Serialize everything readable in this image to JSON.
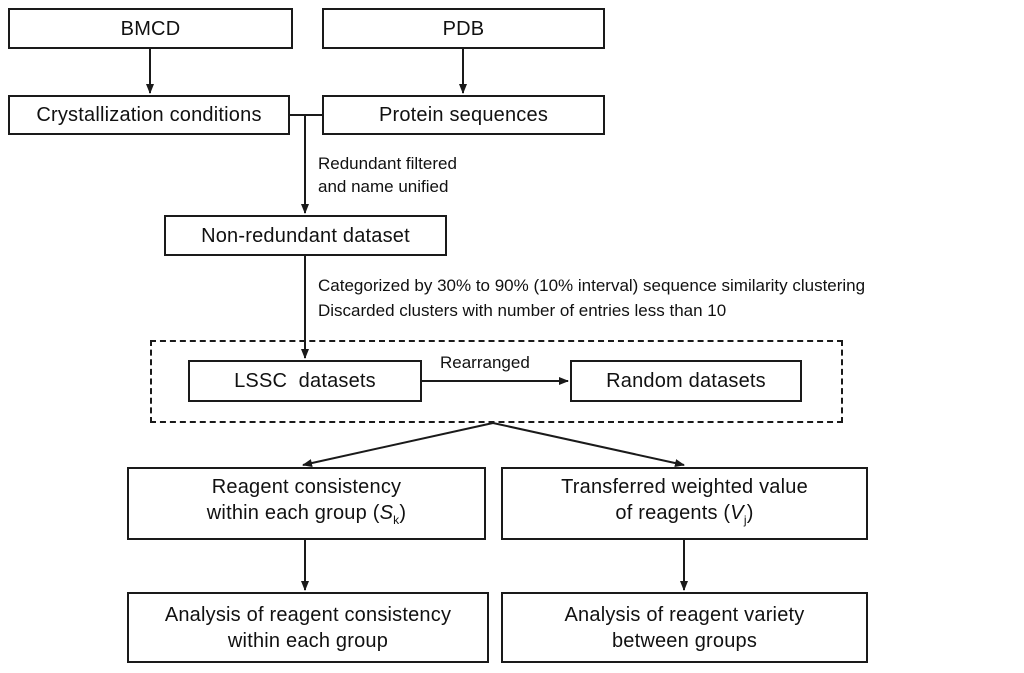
{
  "nodes": {
    "bmcd": "BMCD",
    "pdb": "PDB",
    "cryst": "Crystallization conditions",
    "protein": "Protein sequences",
    "nonred": "Non-redundant dataset",
    "lssc": "LSSC  datasets",
    "random": "Random datasets",
    "rc_line1": "Reagent consistency",
    "rc_line2_prefix": "within each group (",
    "rc_var": "S",
    "rc_sub": "k",
    "rc_suffix": ")",
    "tw_line1": "Transferred weighted value",
    "tw_line2_prefix": "of reagents (",
    "tw_var": "V",
    "tw_sub": "j",
    "tw_suffix": ")",
    "an1_line1": "Analysis of reagent consistency",
    "an1_line2": "within each group",
    "an2_line1": "Analysis of reagent variety",
    "an2_line2": "between groups"
  },
  "edges": {
    "filter_line1": "Redundant filtered",
    "filter_line2": "and name unified",
    "cat_line1": "Categorized by 30% to 90% (10% interval) sequence similarity clustering",
    "cat_line2": "Discarded clusters with number of entries less than 10",
    "rearranged": "Rearranged"
  }
}
